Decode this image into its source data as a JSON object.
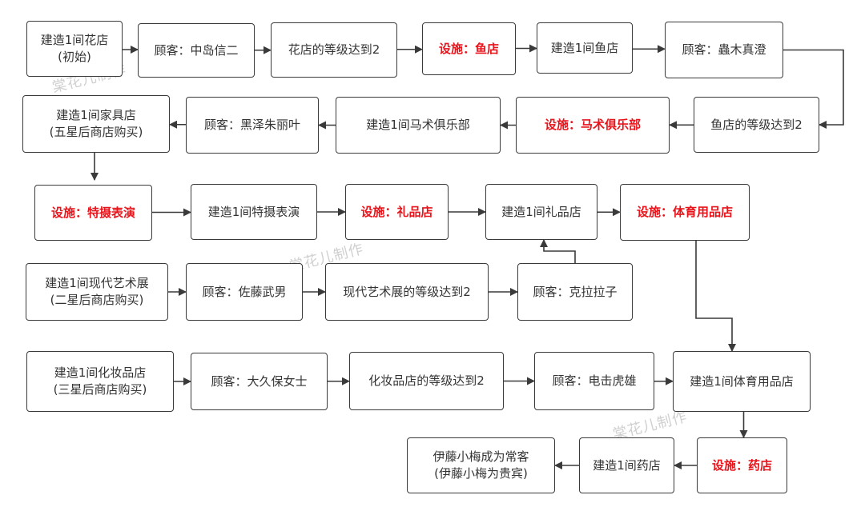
{
  "colors": {
    "box_border": "#3a3a3a",
    "text": "#333333",
    "facility_text": "#e8141b",
    "arrow": "#3a3a3a",
    "watermark": "#c8c8c8"
  },
  "watermark": "棠花儿制作",
  "nodes": {
    "n1": {
      "lines": [
        "建造1间花店",
        "(初始)"
      ]
    },
    "n2": {
      "lines": [
        "顾客：中岛信二"
      ]
    },
    "n3": {
      "lines": [
        "花店的等级达到2"
      ]
    },
    "n4": {
      "lines": [
        "设施：鱼店"
      ],
      "facility": true
    },
    "n5": {
      "lines": [
        "建造1间鱼店"
      ]
    },
    "n6": {
      "lines": [
        "顾客：蟲木真澄"
      ]
    },
    "n7": {
      "lines": [
        "鱼店的等级达到2"
      ]
    },
    "n8": {
      "lines": [
        "设施：马术俱乐部"
      ],
      "facility": true
    },
    "n9": {
      "lines": [
        "建造1间马术俱乐部"
      ]
    },
    "n10": {
      "lines": [
        "顾客：黑泽朱丽叶"
      ]
    },
    "n11": {
      "lines": [
        "建造1间家具店",
        "(五星后商店购买)"
      ]
    },
    "n12": {
      "lines": [
        "设施：特摄表演"
      ],
      "facility": true
    },
    "n13": {
      "lines": [
        "建造1间特摄表演"
      ]
    },
    "n14": {
      "lines": [
        "设施：礼品店"
      ],
      "facility": true
    },
    "n15": {
      "lines": [
        "建造1间礼品店"
      ]
    },
    "n16": {
      "lines": [
        "设施：体育用品店"
      ],
      "facility": true
    },
    "n17": {
      "lines": [
        "建造1间现代艺术展",
        "(二星后商店购买)"
      ]
    },
    "n18": {
      "lines": [
        "顾客：佐藤武男"
      ]
    },
    "n19": {
      "lines": [
        "现代艺术展的等级达到2"
      ]
    },
    "n20": {
      "lines": [
        "顾客：克拉拉子"
      ]
    },
    "n21": {
      "lines": [
        "建造1间化妆品店",
        "(三星后商店购买)"
      ]
    },
    "n22": {
      "lines": [
        "顾客：大久保女士"
      ]
    },
    "n23": {
      "lines": [
        "化妆品店的等级达到2"
      ]
    },
    "n24": {
      "lines": [
        "顾客：电击虎雄"
      ]
    },
    "n25": {
      "lines": [
        "建造1间体育用品店"
      ]
    },
    "n26": {
      "lines": [
        "设施：药店"
      ],
      "facility": true
    },
    "n27": {
      "lines": [
        "建造1间药店"
      ]
    },
    "n28": {
      "lines": [
        "伊藤小梅成为常客",
        "(伊藤小梅为贵宾)"
      ]
    }
  },
  "edges": [
    [
      "n1",
      "n2"
    ],
    [
      "n2",
      "n3"
    ],
    [
      "n3",
      "n4"
    ],
    [
      "n4",
      "n5"
    ],
    [
      "n5",
      "n6"
    ],
    [
      "n6",
      "n7"
    ],
    [
      "n7",
      "n8"
    ],
    [
      "n8",
      "n9"
    ],
    [
      "n9",
      "n10"
    ],
    [
      "n10",
      "n11"
    ],
    [
      "n11",
      "n12"
    ],
    [
      "n12",
      "n13"
    ],
    [
      "n13",
      "n14"
    ],
    [
      "n14",
      "n15"
    ],
    [
      "n15",
      "n16"
    ],
    [
      "n17",
      "n18"
    ],
    [
      "n18",
      "n19"
    ],
    [
      "n19",
      "n20"
    ],
    [
      "n20",
      "n15"
    ],
    [
      "n16",
      "n25"
    ],
    [
      "n21",
      "n22"
    ],
    [
      "n22",
      "n23"
    ],
    [
      "n23",
      "n24"
    ],
    [
      "n24",
      "n25"
    ],
    [
      "n25",
      "n26"
    ],
    [
      "n26",
      "n27"
    ],
    [
      "n27",
      "n28"
    ]
  ]
}
